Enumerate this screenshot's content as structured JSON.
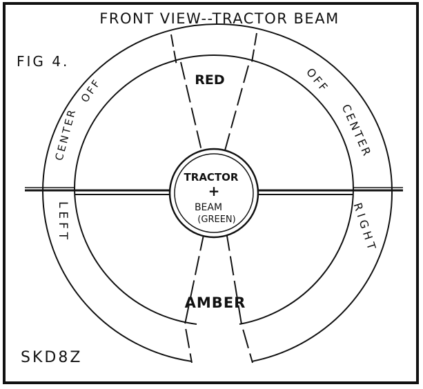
{
  "title": "FRONT VIEW--TRACTOR BEAM",
  "figure_label": "FIG 4.",
  "signature": "SKD8Z",
  "center_labels": {
    "line1": "TRACTOR",
    "plus": "+",
    "line2": "BEAM",
    "line3": "(GREEN)"
  },
  "segments": {
    "top": "RED",
    "bottom": "AMBER",
    "upper_left_word1": "OFF",
    "upper_left_word2": "CENTER",
    "upper_right_word1": "OFF",
    "upper_right_word2": "CENTER",
    "lower_left": "LEFT",
    "lower_right": "RIGHT"
  },
  "colors": {
    "ink": "#111111",
    "paper": "#ffffff"
  }
}
